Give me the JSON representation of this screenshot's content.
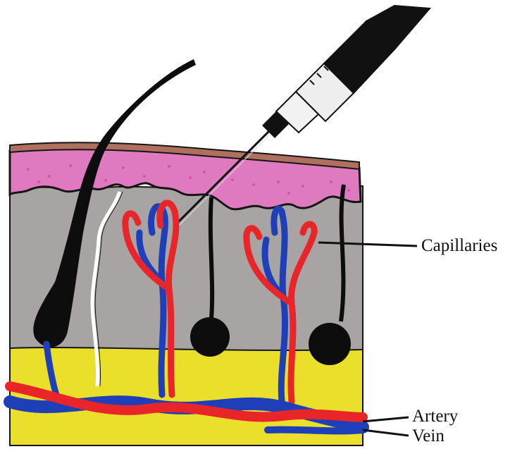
{
  "labels": {
    "capillaries": "Capillaries",
    "artery": "Artery",
    "vein": "Vein"
  },
  "colors": {
    "epidermis_top": "#b07060",
    "epidermis": "#e07ac0",
    "dermis": "#a8a4a4",
    "fat": "#eadf2a",
    "artery": "#e8262a",
    "vein": "#1f3fb8",
    "hair": "#0d0d0d",
    "outline": "#151515"
  },
  "icons": [
    "hair-shaft",
    "hypodermic-syringe",
    "sweat-gland"
  ]
}
